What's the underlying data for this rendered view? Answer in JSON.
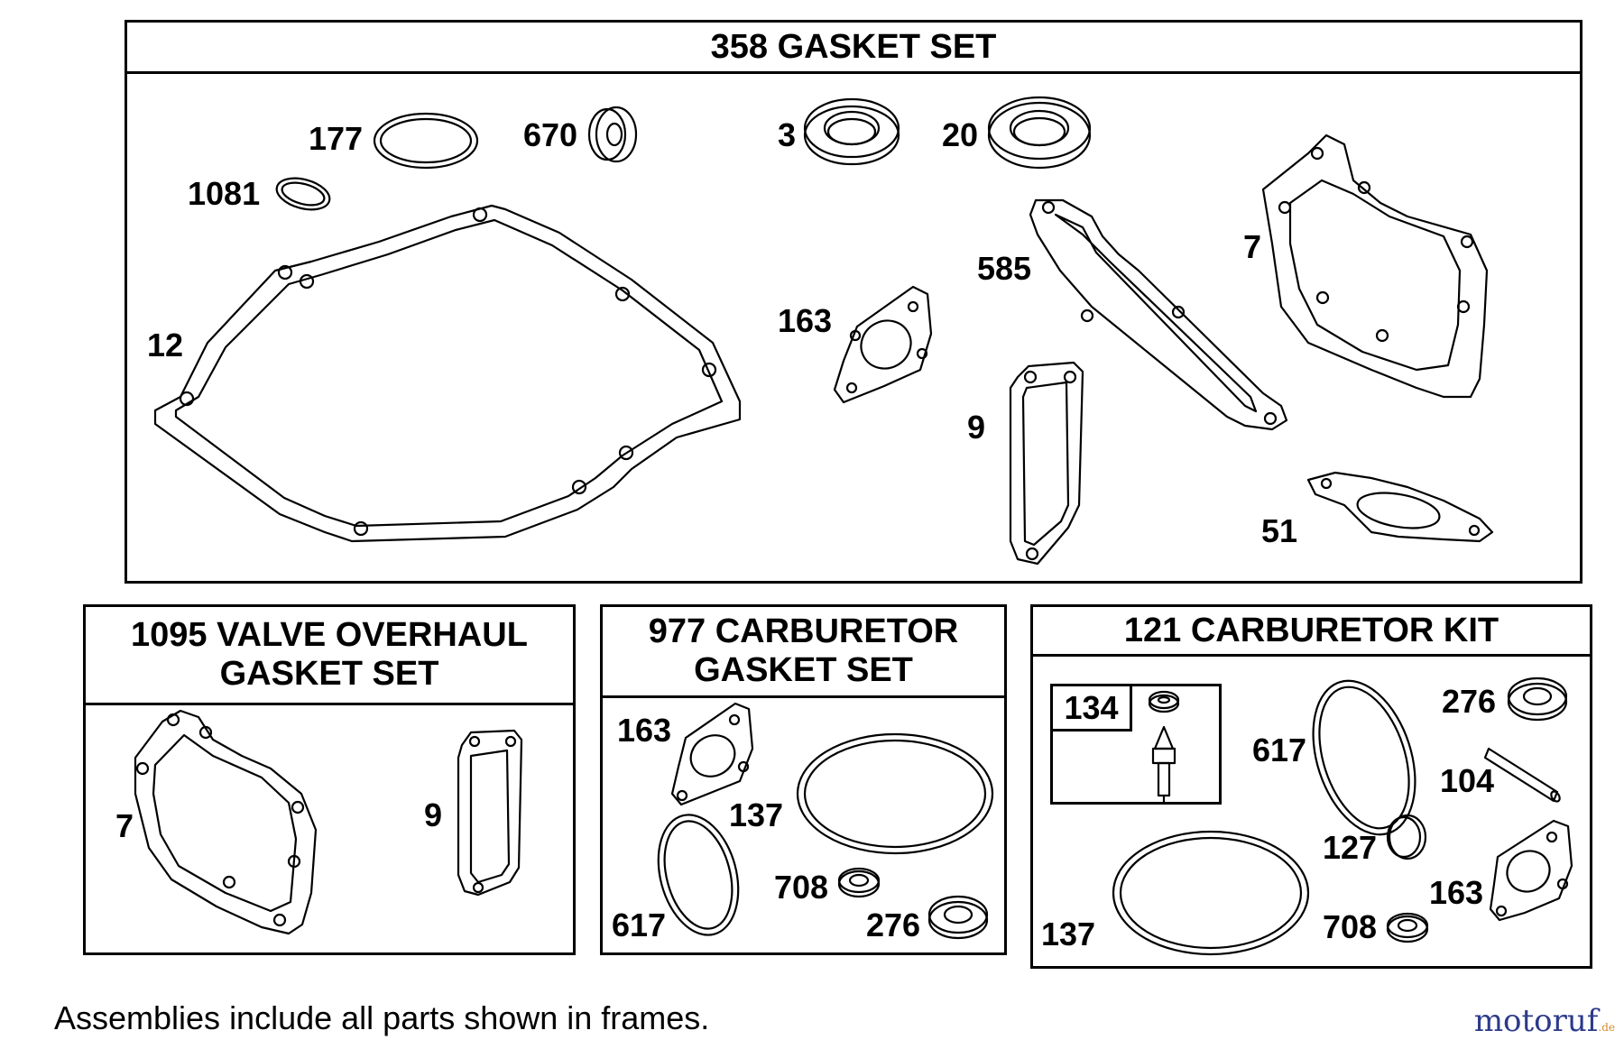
{
  "frames": {
    "gasket_set": {
      "title": "358 GASKET SET",
      "labels": {
        "p177": "177",
        "p670": "670",
        "p3": "3",
        "p20": "20",
        "p1081": "1081",
        "p12": "12",
        "p163": "163",
        "p585": "585",
        "p7": "7",
        "p9": "9",
        "p51": "51"
      }
    },
    "valve_overhaul": {
      "title_line1": "1095 VALVE OVERHAUL",
      "title_line2": "GASKET SET",
      "labels": {
        "p7": "7",
        "p9": "9"
      }
    },
    "carb_gasket": {
      "title_line1": "977 CARBURETOR",
      "title_line2": "GASKET SET",
      "labels": {
        "p163": "163",
        "p137": "137",
        "p617": "617",
        "p708": "708",
        "p276": "276"
      }
    },
    "carb_kit": {
      "title": "121 CARBURETOR KIT",
      "sub_label": "134",
      "labels": {
        "p617": "617",
        "p276": "276",
        "p104": "104",
        "p127": "127",
        "p163": "163",
        "p708": "708",
        "p137": "137"
      }
    }
  },
  "footnote": "Assemblies include all parts shown in frames.",
  "watermark": {
    "main": "motoruf",
    "suffix": ".de"
  },
  "colors": {
    "watermark_blue": "#2b3a8a",
    "watermark_orange": "#d58a2a"
  }
}
